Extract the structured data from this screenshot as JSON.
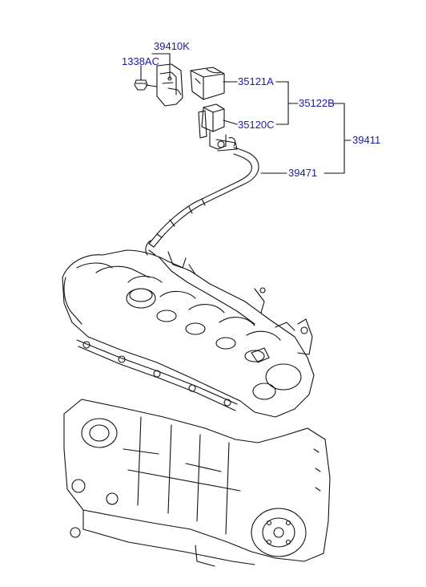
{
  "diagram": {
    "label_color": "#1a1aa6",
    "line_color": "#111111",
    "labels": {
      "bracket": "39410K",
      "bolt": "1338AC",
      "cover": "35121A",
      "valve_assy": "35122B",
      "valve": "35120C",
      "harness": "39411",
      "hose": "39471"
    }
  }
}
